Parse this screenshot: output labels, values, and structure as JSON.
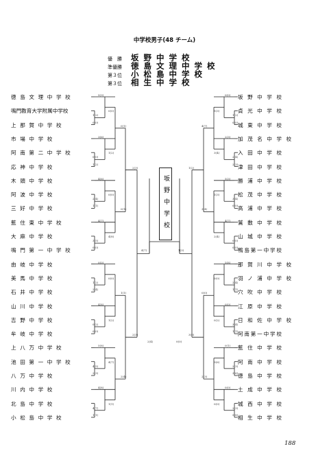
{
  "title": "中学校男子(48 チーム)",
  "results": [
    {
      "label": "優　勝",
      "name": "坂野中学校"
    },
    {
      "label": "準優勝",
      "name": "徳島文理中学校"
    },
    {
      "label": "第３位",
      "name": "小松島中学校"
    },
    {
      "label": "第３位",
      "name": "相生中学校"
    }
  ],
  "champion": "坂野中学校",
  "left_teams": [
    "徳島文理中学校",
    "鳴門教育大学附属中学校",
    "上那賀中学校",
    "市場中学校",
    "阿南第二中学校",
    "応神中学校",
    "木頭中学校",
    "阿波中学校",
    "三好中学校",
    "藍住東中学校",
    "大麻中学校",
    "鳴門第一中学校",
    "由岐中学校",
    "美馬中学校",
    "石井中学校",
    "山川中学校",
    "吉野中学校",
    "牟岐中学校",
    "上八万中学校",
    "池田第一中学校",
    "八万中学校",
    "川内中学校",
    "北島中学校",
    "小松島中学校"
  ],
  "right_teams": [
    "坂野中学校",
    "貞光中学校",
    "城東中学校",
    "加茂名中学校",
    "入田中学校",
    "津田中学校",
    "勝浦中学校",
    "松茂中学校",
    "高浦中学校",
    "鷲敷中学校",
    "山城中学校",
    "鴨島第一中学校",
    "那賀川中学校",
    "羽ノ浦中学校",
    "穴吹中学校",
    "江原中学校",
    "日和佐中学校",
    "阿南第一中学校",
    "藍住中学校",
    "阿南中学校",
    "徳島中学校",
    "土成中学校",
    "城西中学校",
    "相生中学校"
  ],
  "scores": [
    "5(3)",
    "1(2)",
    "0(0)",
    "3(6)",
    "0(0)",
    "1(2)",
    "4(6)",
    "2(4)",
    "1(1)",
    "4(7)",
    "3(5)",
    "0(0)",
    "0(0)",
    "1(2)",
    "2(4)",
    "4(8)",
    "0(2)",
    "0(0)",
    "5(8)",
    "4(5)",
    "2(3)",
    "4(8)",
    "4(7)",
    "1(1)",
    "0(0)",
    "1(2)",
    "0(0)",
    "2(3)",
    "2(4)",
    "2(3)",
    "5(3)",
    "3(4)",
    "0(0)",
    "4(7)",
    "0(0)",
    "0(0)",
    "5(8)",
    "2(4)",
    "1(1)",
    "0(0)",
    "3(4)",
    "1(1)",
    "0(1)",
    "2(3)",
    "3(6)",
    "0(0)",
    "2(3)",
    "5(8)",
    "0(0)",
    "5(3)",
    "1(2)",
    "3(4)",
    "0(0)",
    "1(3)",
    "4(8)",
    "2(4)",
    "0(0)",
    "0(0)",
    "1(2)",
    "0(2)",
    "4(7)",
    "3(6)",
    "1(1)",
    "0(0)",
    "0(1)",
    "4(7)",
    "0(1)",
    "3(4)",
    "1(1)",
    "0(0)",
    "2(4)",
    "2(3)",
    "2(3)",
    "1(2)",
    "2(3)",
    "3(6)",
    "4(7)",
    "1(3)",
    "2(4)",
    "0(0)",
    "1(1)",
    "0(1)",
    "2(3)",
    "4(7)"
  ],
  "page_number": "188"
}
